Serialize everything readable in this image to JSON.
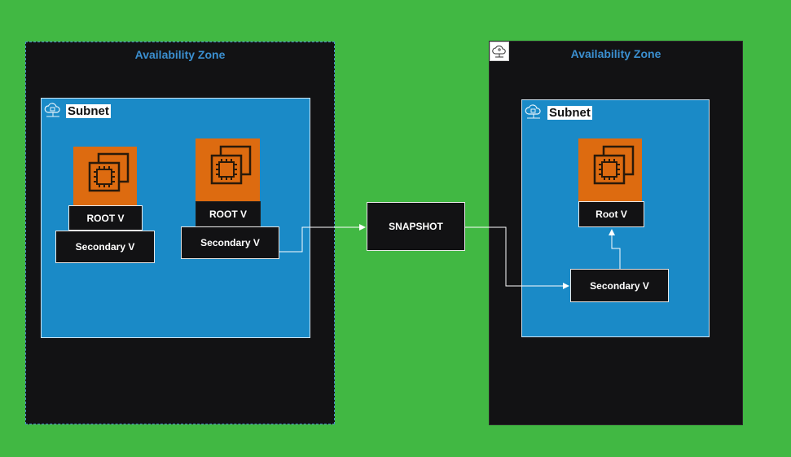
{
  "left_zone": {
    "title": "Availability Zone",
    "subnet_label": "Subnet",
    "instance_a": {
      "root_label": "ROOT V",
      "secondary_label": "Secondary V"
    },
    "instance_b": {
      "root_label": "ROOT V",
      "secondary_label": "Secondary V"
    }
  },
  "snapshot": {
    "label": "SNAPSHOT"
  },
  "right_zone": {
    "title": "Availability Zone",
    "subnet_label": "Subnet",
    "instance": {
      "root_label": "Root V"
    },
    "secondary_label": "Secondary V"
  },
  "colors": {
    "background": "#41b843",
    "zone_fill": "#121214",
    "zone_title": "#3b8fd0",
    "subnet_fill": "#1a8ac7",
    "ec2_orange": "#dd6b10"
  },
  "icons": {
    "zone_icon": "cloud-region-icon",
    "subnet_icon": "cloud-subnet-icon",
    "instance_icon": "ec2-chip-icon"
  }
}
